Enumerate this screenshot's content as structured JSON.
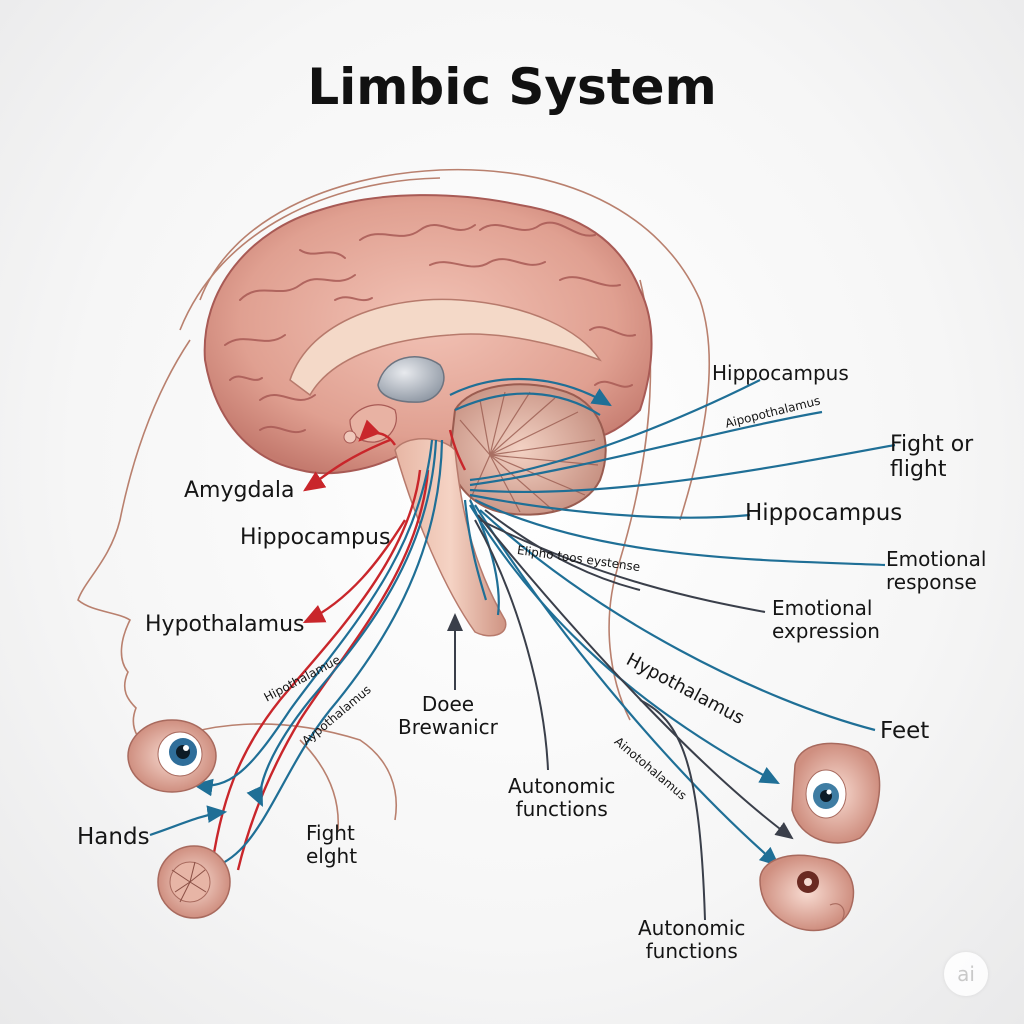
{
  "title": "Limbic System",
  "labels": {
    "amygdala": "Amygdala",
    "hippocampus_left": "Hippocampus",
    "hypothalamus_left": "Hypothalamus",
    "hands": "Hands",
    "fight_elght": "Fight\nelght",
    "doee_brewanicr": "Doee\nBrewanicr",
    "autonomic_center": "Autonomic\nfunctions",
    "autonomic_bottom": "Autonomic\nfunctions",
    "hippocampus_top_right": "Hippocampus",
    "aipopothalamus": "Aipopothalamus",
    "fight_or_flight": "Fight or\nflight",
    "hippocampus_mid_right": "Hippocampus",
    "emotional_response": "Emotional\nresponse",
    "elipho_toos": "Elipho toos eystense",
    "emotional_expression": "Emotional\nexpression",
    "hypothalamus_right": "Hypothalamus",
    "feet": "Feet",
    "ainotohalamus": "Ainotohalamus",
    "hipothalamue": "Hipothalamue",
    "aypothalamus": "Aypothalamus"
  },
  "badge": "ai",
  "colors": {
    "cortex": "#d9928a",
    "cortex_dark": "#a85a55",
    "red_pathway": "#c9262b",
    "blue_pathway": "#1f6f96",
    "dark_pathway": "#3a3f4a",
    "outline": "#b9806e"
  }
}
